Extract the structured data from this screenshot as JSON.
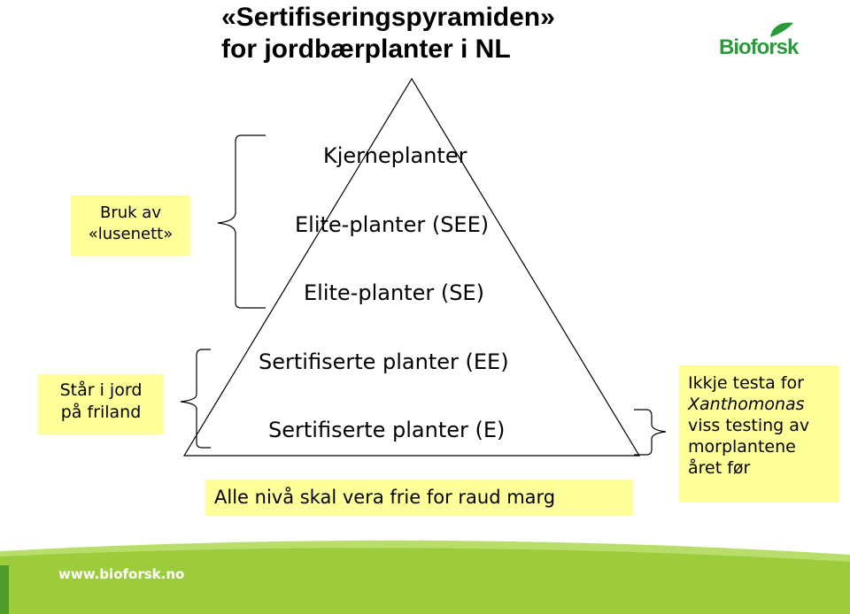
{
  "title": {
    "line1": "«Sertifiseringspyramiden»",
    "line2": "for jordbærplanter i NL"
  },
  "logo": {
    "text": "Bioforsk"
  },
  "pyramid": {
    "levels": [
      "Kjerneplanter",
      "Elite-planter (SEE)",
      "Elite-planter (SE)",
      "Sertifiserte planter (EE)",
      "Sertifiserte planter (E)"
    ]
  },
  "notes": {
    "left_top": [
      "Bruk av",
      "«lusenett»"
    ],
    "left_bottom": [
      "Står i jord",
      "på friland"
    ],
    "right": [
      "Ikkje testa for",
      "Xanthomonas",
      "viss testing av",
      "morplantene",
      "året før"
    ],
    "bottom": "Alle nivå skal vera frie for raud marg"
  },
  "footer": {
    "url": "www.bioforsk.no"
  },
  "colors": {
    "note_bg": "#ffff99",
    "footer_green": "#9ccc3c",
    "footer_dark": "#4f9a2a",
    "logo_green": "#2a9a3a"
  }
}
